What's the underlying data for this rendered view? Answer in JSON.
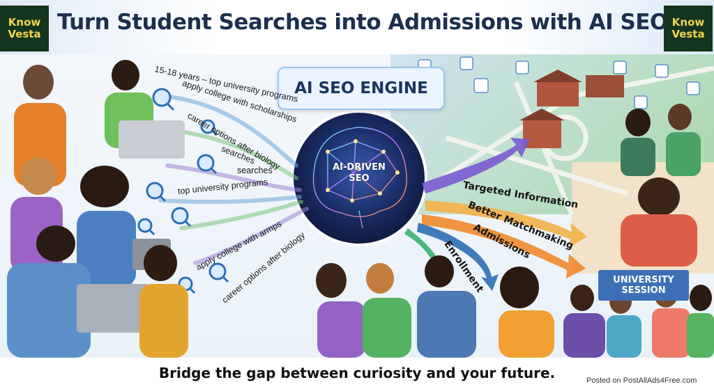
{
  "header": {
    "logo_left_line1": "Know",
    "logo_left_line2": "Vesta",
    "logo_right_line1": "Know",
    "logo_right_line2": "Vesta",
    "title": "Turn Student Searches into Admissions with AI SEO"
  },
  "engine": {
    "label": "AI SEO ENGINE",
    "brain_line1": "AI-DRIVEN",
    "brain_line2": "SEO"
  },
  "search_terms": [
    "15-18 years – top university programs",
    "apply college with scholarships",
    "career options after biology",
    "searches",
    "searches",
    "top university programs",
    "apply college with armps",
    "career options after biology"
  ],
  "outcomes": [
    "Targeted Information",
    "Better Matchmaking",
    "Admissions",
    "Enrollment"
  ],
  "sign": {
    "line1": "UNIVERSITY",
    "line2": "SESSION"
  },
  "footer": {
    "tagline": "Bridge the gap between curiosity and your future.",
    "watermark": "Posted on PostAllAds4Free.com"
  },
  "colors": {
    "logo_bg": "#13351e",
    "logo_text": "#f2d54a",
    "title_text": "#1c2f4d",
    "brain_glow": "#4fc3f7",
    "arrow_green": "#3bb273",
    "arrow_blue": "#2f6fb5",
    "arrow_orange": "#f08a2c",
    "arrow_purple": "#7a5bd1"
  }
}
